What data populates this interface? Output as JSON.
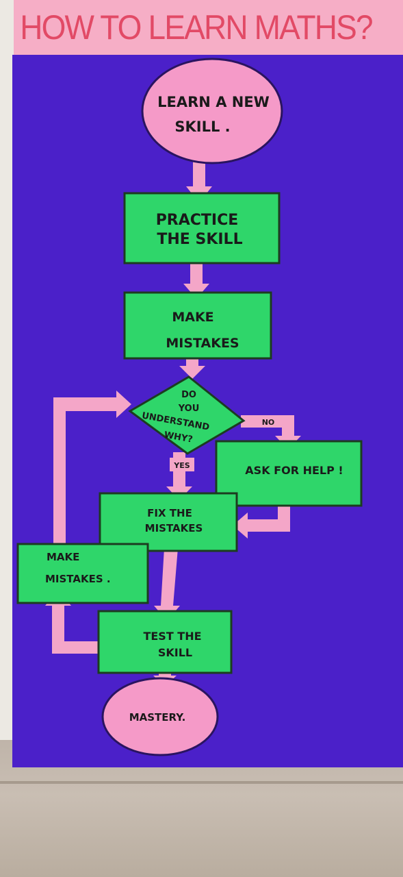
{
  "title": "HOW TO LEARN MATHS?",
  "colors": {
    "board": "#4b20c9",
    "box_fill": "#2fd66a",
    "oval_fill": "#f59ac8",
    "arrow": "#f4a6c8",
    "title_text": "#e24a66",
    "title_strip": "#f6aec6"
  },
  "nodes": {
    "start": {
      "line1": "LEARN A NEW",
      "line2": "SKILL ."
    },
    "practice": {
      "line1": "PRACTICE",
      "line2": "THE SKILL"
    },
    "make_mistakes_1": {
      "line1": "MAKE",
      "line2": "MISTAKES"
    },
    "decision": {
      "line1": "DO",
      "line2": "YOU",
      "line3": "UNDERSTAND",
      "line4": "WHY?"
    },
    "ask_help": {
      "label": "ASK FOR HELP !"
    },
    "fix": {
      "line1": "FIX THE",
      "line2": "MISTAKES"
    },
    "make_mistakes_2": {
      "line1": "MAKE",
      "line2": "MISTAKES ."
    },
    "test": {
      "line1": "TEST THE",
      "line2": "SKILL"
    },
    "end": {
      "label": "MASTERY."
    }
  },
  "branches": {
    "no": "NO",
    "yes": "YES"
  }
}
